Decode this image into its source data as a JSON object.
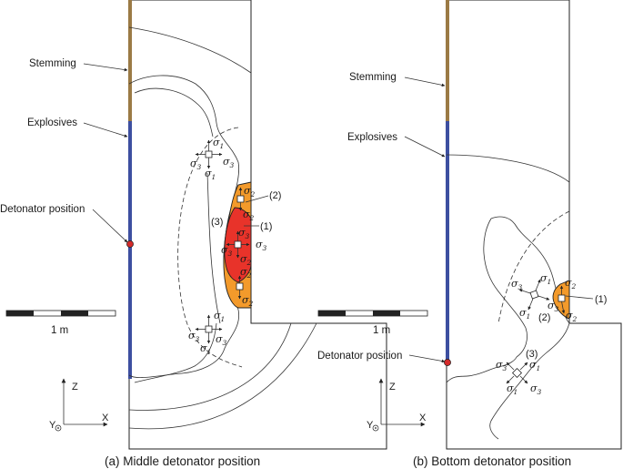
{
  "panel_a": {
    "label_stemming": "Stemming",
    "label_explosives": "Explosives",
    "label_detonator": "Detonator position",
    "scale_text": "1 m",
    "zone_1": "(1)",
    "zone_2": "(2)",
    "zone_3": "(3)",
    "caption": "(a) Middle detonator position"
  },
  "panel_b": {
    "label_stemming": "Stemming",
    "label_explosives": "Explosives",
    "label_detonator": "Detonator position",
    "scale_text": "1 m",
    "zone_1": "(1)",
    "zone_2": "(2)",
    "zone_3": "(3)",
    "caption": "(b) Bottom detonator position"
  },
  "symbols": {
    "sigma": "σ",
    "s1": "1",
    "s2": "2",
    "s3": "3"
  },
  "axes": {
    "z": "Z",
    "x": "X",
    "y": "Y"
  },
  "colors": {
    "stemming": "#9b7a45",
    "explosives": "#3d4fa0",
    "detonator": "#d42a2a",
    "zone_red": "#e8332a",
    "zone_orange": "#f39a2b"
  }
}
